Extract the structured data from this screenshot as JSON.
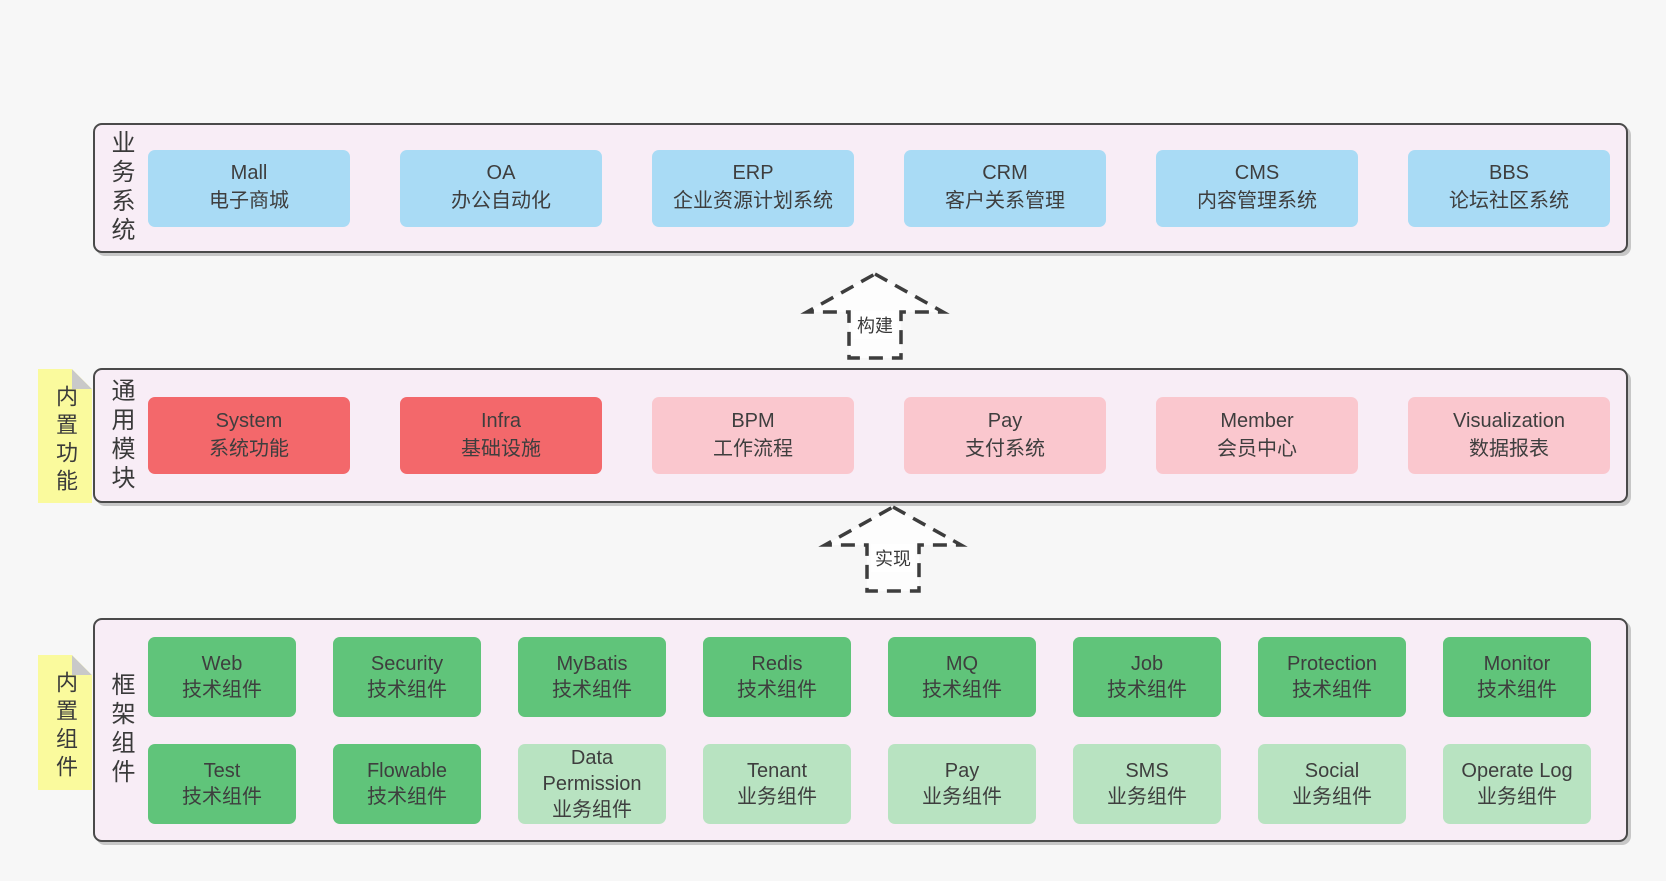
{
  "colors": {
    "page_bg": "#f7f7f7",
    "band_bg": "#f8edf6",
    "band_border": "#4a4a4a",
    "blue": "#a9dbf5",
    "red": "#f3686b",
    "pink": "#fac7ce",
    "green": "#60c47a",
    "light_green": "#b8e3c1",
    "sticky_yellow": "#fafa9d",
    "sticky_fold": "#c9c9c9",
    "text": "#3e3e3e"
  },
  "arrows": [
    {
      "label": "构建"
    },
    {
      "label": "实现"
    }
  ],
  "bands": [
    {
      "label": "业务系统",
      "rows": [
        [
          {
            "title": "Mall",
            "subtitle": "电子商城",
            "color": "blue"
          },
          {
            "title": "OA",
            "subtitle": "办公自动化",
            "color": "blue"
          },
          {
            "title": "ERP",
            "subtitle": "企业资源计划系统",
            "color": "blue"
          },
          {
            "title": "CRM",
            "subtitle": "客户关系管理",
            "color": "blue"
          },
          {
            "title": "CMS",
            "subtitle": "内容管理系统",
            "color": "blue"
          },
          {
            "title": "BBS",
            "subtitle": "论坛社区系统",
            "color": "blue"
          }
        ]
      ]
    },
    {
      "label": "通用模块",
      "sticky": "内置功能",
      "rows": [
        [
          {
            "title": "System",
            "subtitle": "系统功能",
            "color": "red"
          },
          {
            "title": "Infra",
            "subtitle": "基础设施",
            "color": "red"
          },
          {
            "title": "BPM",
            "subtitle": "工作流程",
            "color": "pink"
          },
          {
            "title": "Pay",
            "subtitle": "支付系统",
            "color": "pink"
          },
          {
            "title": "Member",
            "subtitle": "会员中心",
            "color": "pink"
          },
          {
            "title": "Visualization",
            "subtitle": "数据报表",
            "color": "pink"
          }
        ]
      ]
    },
    {
      "label": "框架组件",
      "sticky": "内置组件",
      "rows": [
        [
          {
            "title": "Web",
            "subtitle": "技术组件",
            "color": "green"
          },
          {
            "title": "Security",
            "subtitle": "技术组件",
            "color": "green"
          },
          {
            "title": "MyBatis",
            "subtitle": "技术组件",
            "color": "green"
          },
          {
            "title": "Redis",
            "subtitle": "技术组件",
            "color": "green"
          },
          {
            "title": "MQ",
            "subtitle": "技术组件",
            "color": "green"
          },
          {
            "title": "Job",
            "subtitle": "技术组件",
            "color": "green"
          },
          {
            "title": "Protection",
            "subtitle": "技术组件",
            "color": "green"
          },
          {
            "title": "Monitor",
            "subtitle": "技术组件",
            "color": "green"
          }
        ],
        [
          {
            "title": "Test",
            "subtitle": "技术组件",
            "color": "green"
          },
          {
            "title": "Flowable",
            "subtitle": "技术组件",
            "color": "green"
          },
          {
            "title": "Data Permission",
            "subtitle": "业务组件",
            "color": "light_green"
          },
          {
            "title": "Tenant",
            "subtitle": "业务组件",
            "color": "light_green"
          },
          {
            "title": "Pay",
            "subtitle": "业务组件",
            "color": "light_green"
          },
          {
            "title": "SMS",
            "subtitle": "业务组件",
            "color": "light_green"
          },
          {
            "title": "Social",
            "subtitle": "业务组件",
            "color": "light_green"
          },
          {
            "title": "Operate Log",
            "subtitle": "业务组件",
            "color": "light_green"
          }
        ]
      ]
    }
  ]
}
